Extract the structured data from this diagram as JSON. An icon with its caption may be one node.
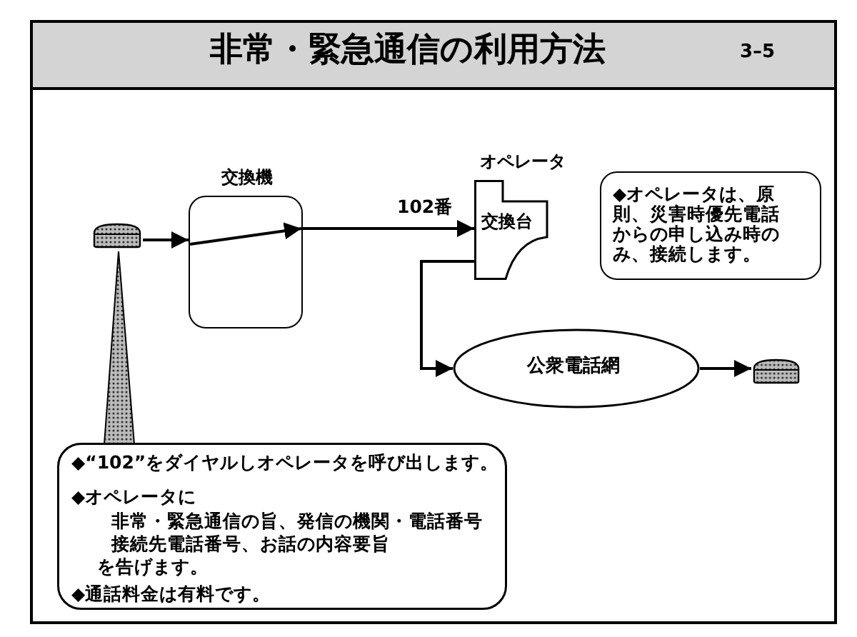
{
  "diagram": {
    "title": "非常・緊急通信の利用方法",
    "nodes": [
      {
        "text": [],
        "shape": "telephone"
      },
      {
        "text": [
          "交換機"
        ]
      },
      {
        "text": [
          "オペレータ",
          "交換台"
        ]
      },
      {
        "text": [
          "公衆電話網"
        ]
      },
      {
        "text": [],
        "shape": "telephone"
      },
      {
        "text": [
          "◆オペレータは、原則、災害時優先電話からの申し込み時のみ、接続します。"
        ]
      },
      {
        "text": [
          "◆“102”をダイヤルしオペレータを呼び出します。",
          "◆オペレータに",
          "非常・緊急通信の旨、発信の機関・電話番号",
          "接続先電話番号、お話の内容要旨",
          "を告げます。",
          "◆通話料金は有料です。"
        ]
      }
    ],
    "edges": [
      {
        "from": 0,
        "to": 1,
        "arrow": "to"
      },
      {
        "from": 1,
        "to": 2,
        "arrow": "to",
        "label": "102番"
      },
      {
        "from": 2,
        "to": 3,
        "arrow": "to"
      },
      {
        "from": 3,
        "to": 4,
        "arrow": "to"
      },
      {
        "from": 6,
        "to": 0,
        "arrow": "none"
      }
    ],
    "labels": [
      "3–5"
    ]
  }
}
